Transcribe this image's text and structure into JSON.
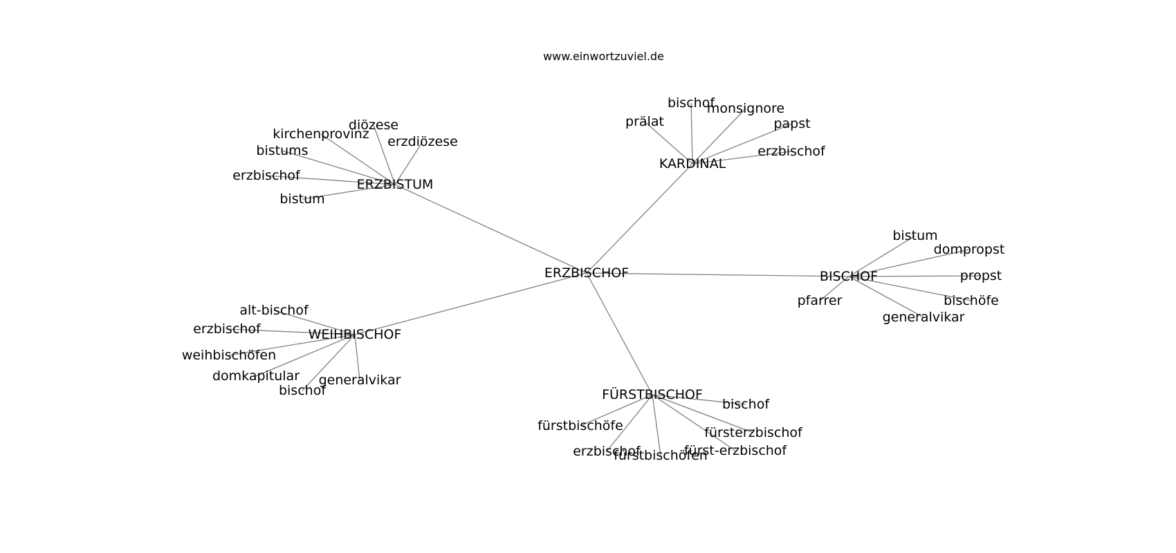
{
  "website": "www.einwortzuviel.de",
  "colors": {
    "edge": "#808080",
    "text": "#000000",
    "background": "#ffffff"
  },
  "graph": {
    "root": "ERZBISCHOF",
    "hubs": [
      {
        "label": "ERZBISTUM",
        "leaves": [
          "diözese",
          "kirchenprovinz",
          "erzdiözese",
          "bistums",
          "erzbischof",
          "bistum"
        ]
      },
      {
        "label": "KARDINAL",
        "leaves": [
          "bischof",
          "monsignore",
          "prälat",
          "papst",
          "erzbischof"
        ]
      },
      {
        "label": "BISCHOF",
        "leaves": [
          "bistum",
          "dompropst",
          "propst",
          "bischöfe",
          "generalvikar",
          "pfarrer"
        ]
      },
      {
        "label": "WEIHBISCHOF",
        "leaves": [
          "alt-bischof",
          "erzbischof",
          "weihbischöfen",
          "domkapitular",
          "bischof",
          "generalvikar"
        ]
      },
      {
        "label": "FÜRSTBISCHOF",
        "leaves": [
          "bischof",
          "fürstbischöfe",
          "fürsterzbischof",
          "erzbischof",
          "fürst-erzbischof",
          "fürstbischöfen"
        ]
      }
    ]
  }
}
